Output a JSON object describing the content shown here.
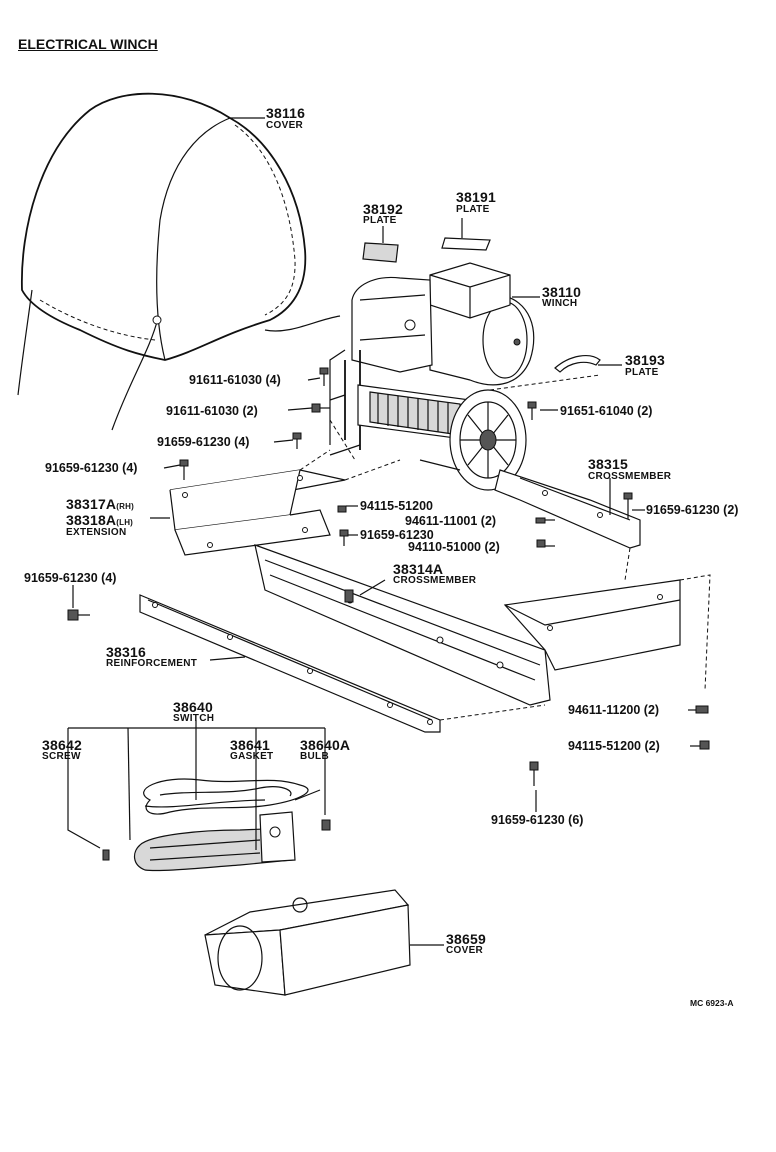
{
  "title": "ELECTRICAL WINCH",
  "ref_code": "MC 6923-A",
  "parts": {
    "p38116": {
      "num": "38116",
      "name": "COVER"
    },
    "p38192": {
      "num": "38192",
      "name": "PLATE"
    },
    "p38191": {
      "num": "38191",
      "name": "PLATE"
    },
    "p38110": {
      "num": "38110",
      "name": "WINCH"
    },
    "p38193": {
      "num": "38193",
      "name": "PLATE"
    },
    "p38315": {
      "num": "38315",
      "name": "CROSSMEMBER"
    },
    "p38317": {
      "num": "38317A",
      "sub": "(RH)"
    },
    "p38318": {
      "num": "38318A",
      "sub": "(LH)",
      "name": "EXTENSION"
    },
    "p38314": {
      "num": "38314A",
      "name": "CROSSMEMBER"
    },
    "p38316": {
      "num": "38316",
      "name": "REINFORCEMENT"
    },
    "p38640": {
      "num": "38640",
      "name": "SWITCH"
    },
    "p38642": {
      "num": "38642",
      "name": "SCREW"
    },
    "p38641": {
      "num": "38641",
      "name": "GASKET"
    },
    "p38640a": {
      "num": "38640A",
      "name": "BULB"
    },
    "p38659": {
      "num": "38659",
      "name": "COVER"
    }
  },
  "fasteners": {
    "f1": "91611-61030 (4)",
    "f2": "91611-61030 (2)",
    "f3": "91659-61230 (4)",
    "f4": "91659-61230 (4)",
    "f5": "91651-61040 (2)",
    "f6": "91659-61230 (2)",
    "f7": "94115-51200",
    "f8": "94611-11001 (2)",
    "f9": "91659-61230",
    "f10": "94110-51000 (2)",
    "f11": "91659-61230 (4)",
    "f12": "94611-11200 (2)",
    "f13": "94115-51200 (2)",
    "f14": "91659-61230 (6)"
  }
}
